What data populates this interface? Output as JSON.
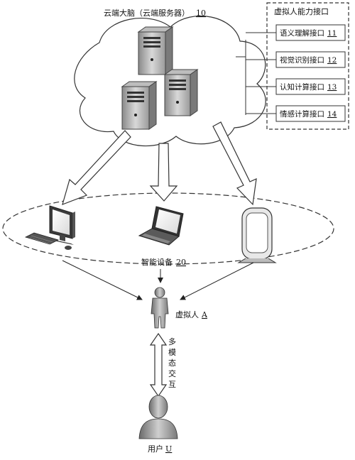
{
  "cloud": {
    "label": "云端大脑（云端服务器）",
    "number": "10"
  },
  "interfaces": {
    "title": "虚拟人能力接口",
    "items": [
      {
        "label": "语义理解接口",
        "number": "11"
      },
      {
        "label": "视觉识别接口",
        "number": "12"
      },
      {
        "label": "认知计算接口",
        "number": "13"
      },
      {
        "label": "情感计算接口",
        "number": "14"
      }
    ]
  },
  "devices": {
    "label": "智能设备",
    "number": "20"
  },
  "avatar": {
    "label": "虚拟人",
    "number": "A"
  },
  "interaction": {
    "chars": [
      "多",
      "模",
      "态",
      "交",
      "互"
    ]
  },
  "user": {
    "label": "用户",
    "number": "U"
  }
}
